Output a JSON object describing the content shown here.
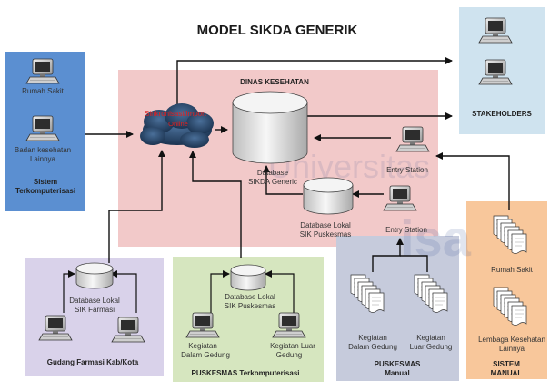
{
  "title": "MODEL SIKDA GENERIK",
  "watermark": {
    "line1": "Universitas",
    "line2": "isa"
  },
  "colors": {
    "blue_panel": "#5b8fd1",
    "pink_panel": "#f2c9c9",
    "light_blue_panel": "#cfe3ef",
    "lavender_panel": "#d9d2ea",
    "green_panel": "#d6e6bf",
    "grey_blue_panel": "#c6cbdc",
    "orange_panel": "#f8c79b",
    "cloud": "#1f3a5c",
    "cloud_text": "#e02020"
  },
  "left_panel": {
    "items": [
      {
        "label": "Rumah Sakit"
      },
      {
        "label": "Badan kesehatan Lainnya"
      }
    ],
    "title_line1": "Sistem",
    "title_line2": "Terkomputerisasi"
  },
  "cloud": {
    "line1": "Sinkronisasi/Import",
    "line2": "Online"
  },
  "dinas": {
    "title": "DINAS KESEHATAN",
    "db_main_line1": "Database",
    "db_main_line2": "SIKDA Generic",
    "db_local_line1": "Database Lokal",
    "db_local_line2": "SIK Puskesmas",
    "entry1": "Entry Station",
    "entry2": "Entry Station"
  },
  "stakeholders": {
    "label": "STAKEHOLDERS"
  },
  "farmasi": {
    "db_line1": "Database Lokal",
    "db_line2": "SIK Farmasi",
    "title": "Gudang Farmasi Kab/Kota"
  },
  "puskesmas_komp": {
    "db_line1": "Database Lokal",
    "db_line2": "SIK Puskesmas",
    "in_line1": "Kegiatan",
    "in_line2": "Dalam Gedung",
    "out_line1": "Kegiatan Luar",
    "out_line2": "Gedung",
    "title": "PUSKESMAS Terkomputerisasi"
  },
  "puskesmas_manual": {
    "in_line1": "Kegiatan",
    "in_line2": "Dalam Gedung",
    "out_line1": "Kegiatan",
    "out_line2": "Luar Gedung",
    "title_line1": "PUSKESMAS",
    "title_line2": "Manual"
  },
  "sistem_manual": {
    "rs": "Rumah Sakit",
    "lk_line1": "Lembaga Kesehatan",
    "lk_line2": "Lainnya",
    "title_line1": "SISTEM",
    "title_line2": "MANUAL"
  }
}
